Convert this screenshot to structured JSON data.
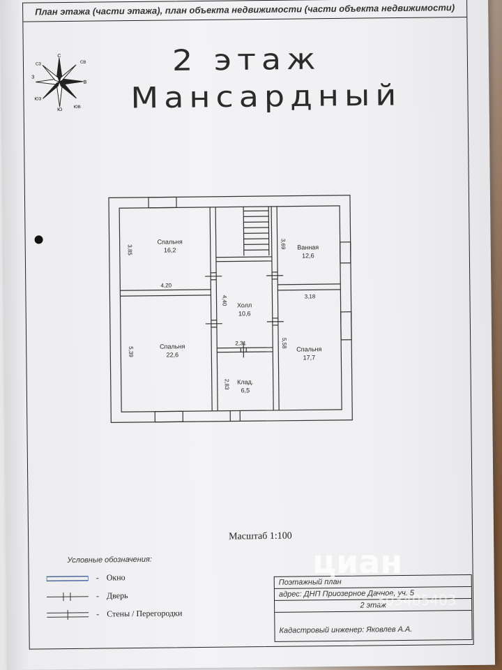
{
  "header": {
    "text": "План этажа (части этажа), план объекта недвижимости (части объекта недвижимости)"
  },
  "titles": {
    "line1": "2 этаж",
    "line2": "Мансардный"
  },
  "compass": {
    "n": "С",
    "s": "Ю",
    "e": "В",
    "w": "З",
    "ne": "СВ",
    "se": "ЮВ",
    "sw": "ЮЗ",
    "nw": "СЗ"
  },
  "rooms": [
    {
      "name": "Спальня",
      "area": "16,2"
    },
    {
      "name": "Ванная",
      "area": "12,6"
    },
    {
      "name": "Холл",
      "area": "10,6"
    },
    {
      "name": "Спальня",
      "area": "22,6"
    },
    {
      "name": "Спальня",
      "area": "17,7"
    },
    {
      "name": "Клад.",
      "area": "6,5"
    }
  ],
  "dims": {
    "d1": "3,85",
    "d2": "4,20",
    "d3": "3,69",
    "d4": "3,18",
    "d5": "4,40",
    "d6": "5,39",
    "d7": "2,31",
    "d8": "5,58",
    "d9": "2,83"
  },
  "scale": "Масштаб 1:100",
  "legend": {
    "title": "Условные обозначения:",
    "window": "Окно",
    "door": "Дверь",
    "walls": "Стены / Перегородки"
  },
  "stamp": {
    "r1": "Поэтажный план",
    "r2": "адрес: ДНП Приозерное Дачное, уч. 5",
    "r3": "2 этаж",
    "r4": "Кадастровый инженер: Яковлев А.А."
  },
  "watermark": {
    "brand": "циан",
    "id": "303405403"
  }
}
